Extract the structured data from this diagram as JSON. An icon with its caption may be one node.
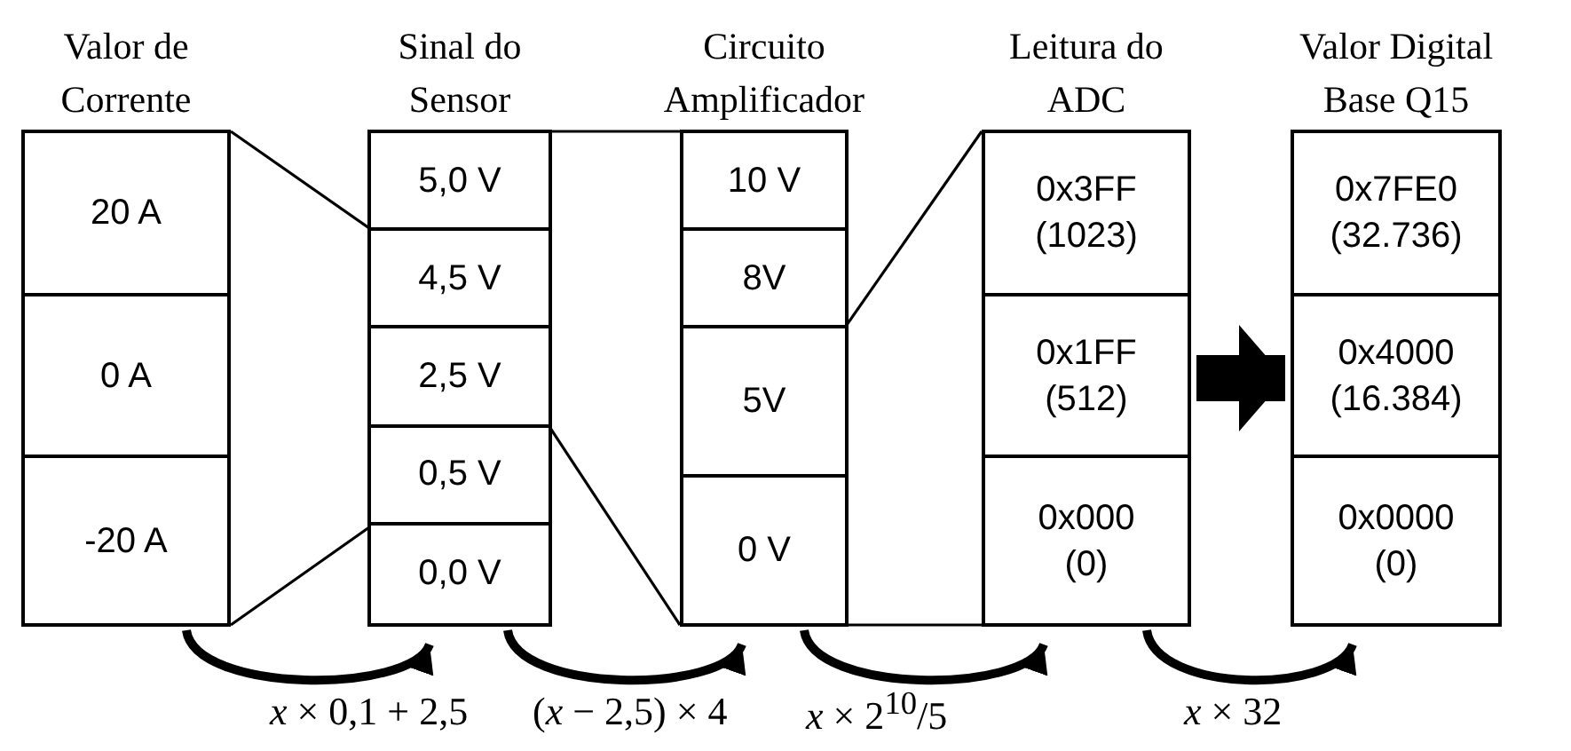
{
  "diagram": {
    "nodes": [
      {
        "text": [
          "Valor de Corrente"
        ]
      },
      {
        "text": [
          "20 A"
        ],
        "in": 0
      },
      {
        "text": [
          "0 A"
        ],
        "in": 0
      },
      {
        "text": [
          "-20 A"
        ],
        "in": 0
      },
      {
        "text": [
          "Sinal do Sensor"
        ]
      },
      {
        "text": [
          "5,0 V"
        ],
        "in": 4
      },
      {
        "text": [
          "4,5 V"
        ],
        "in": 4
      },
      {
        "text": [
          "2,5 V"
        ],
        "in": 4
      },
      {
        "text": [
          "0,5 V"
        ],
        "in": 4
      },
      {
        "text": [
          "0,0 V"
        ],
        "in": 4
      },
      {
        "text": [
          "Circuito Amplificador"
        ]
      },
      {
        "text": [
          "10 V"
        ],
        "in": 10
      },
      {
        "text": [
          "8V"
        ],
        "in": 10
      },
      {
        "text": [
          "5V"
        ],
        "in": 10
      },
      {
        "text": [
          "0 V"
        ],
        "in": 10
      },
      {
        "text": [
          "Leitura do ADC"
        ]
      },
      {
        "text": [
          "0x3FF (1023)"
        ],
        "in": 15
      },
      {
        "text": [
          "0x1FF (512)"
        ],
        "in": 15
      },
      {
        "text": [
          "0x000 (0)"
        ],
        "in": 15
      },
      {
        "text": [
          "Valor Digital Base Q15"
        ]
      },
      {
        "text": [
          "0x7FE0 (32.736)"
        ],
        "in": 19
      },
      {
        "text": [
          "0x4000 (16.384)"
        ],
        "in": 19
      },
      {
        "text": [
          "0x0000 (0)"
        ],
        "in": 19
      }
    ],
    "edges": [
      {
        "from": 0,
        "to": 4,
        "arrow": "to",
        "label": "*x* × 0,1 + 2,5",
        "style": "thick"
      },
      {
        "from": 4,
        "to": 10,
        "arrow": "to",
        "label": "(*x* − 2,5) × 4",
        "style": "thick"
      },
      {
        "from": 10,
        "to": 15,
        "arrow": "to",
        "label": "*x* × 2$^{10}$/5",
        "style": "thick"
      },
      {
        "from": 15,
        "to": 19,
        "arrow": "to",
        "label": "*x*  × 32",
        "style": "thick"
      },
      {
        "from": 15,
        "to": 19,
        "arrow": "to",
        "style": "thick"
      },
      {
        "from": 0,
        "to": 5,
        "arrow": "none"
      },
      {
        "from": 0,
        "to": 4,
        "arrow": "none"
      },
      {
        "from": 4,
        "to": 10,
        "arrow": "none"
      },
      {
        "from": 7,
        "to": 10,
        "arrow": "none"
      },
      {
        "from": 12,
        "to": 15,
        "arrow": "none"
      },
      {
        "from": 10,
        "to": 15,
        "arrow": "none"
      }
    ]
  }
}
